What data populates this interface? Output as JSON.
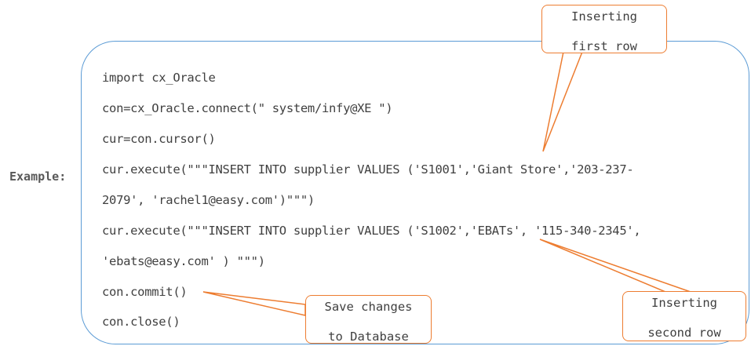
{
  "example_label": "Example:",
  "code_lines": [
    "import cx_Oracle",
    "con=cx_Oracle.connect(\" system/infy@XE \")",
    "cur=con.cursor()",
    "cur.execute(\"\"\"INSERT INTO supplier VALUES ('S1001','Giant Store','203-237-",
    "2079', 'rachel1@easy.com')\"\"\")",
    "cur.execute(\"\"\"INSERT INTO supplier VALUES ('S1002','EBATs', '115-340-2345',",
    "'ebats@easy.com' ) \"\"\")",
    "con.commit()",
    "con.close()"
  ],
  "callouts": {
    "first_row": {
      "line1": "Inserting",
      "line2": "first row"
    },
    "second_row": {
      "line1": "Inserting",
      "line2": "second row"
    },
    "save": {
      "line1": "Save changes",
      "line2": "to Database"
    }
  },
  "colors": {
    "box_border": "#5b9bd5",
    "callout_border": "#ed7d31",
    "text": "#404040"
  }
}
